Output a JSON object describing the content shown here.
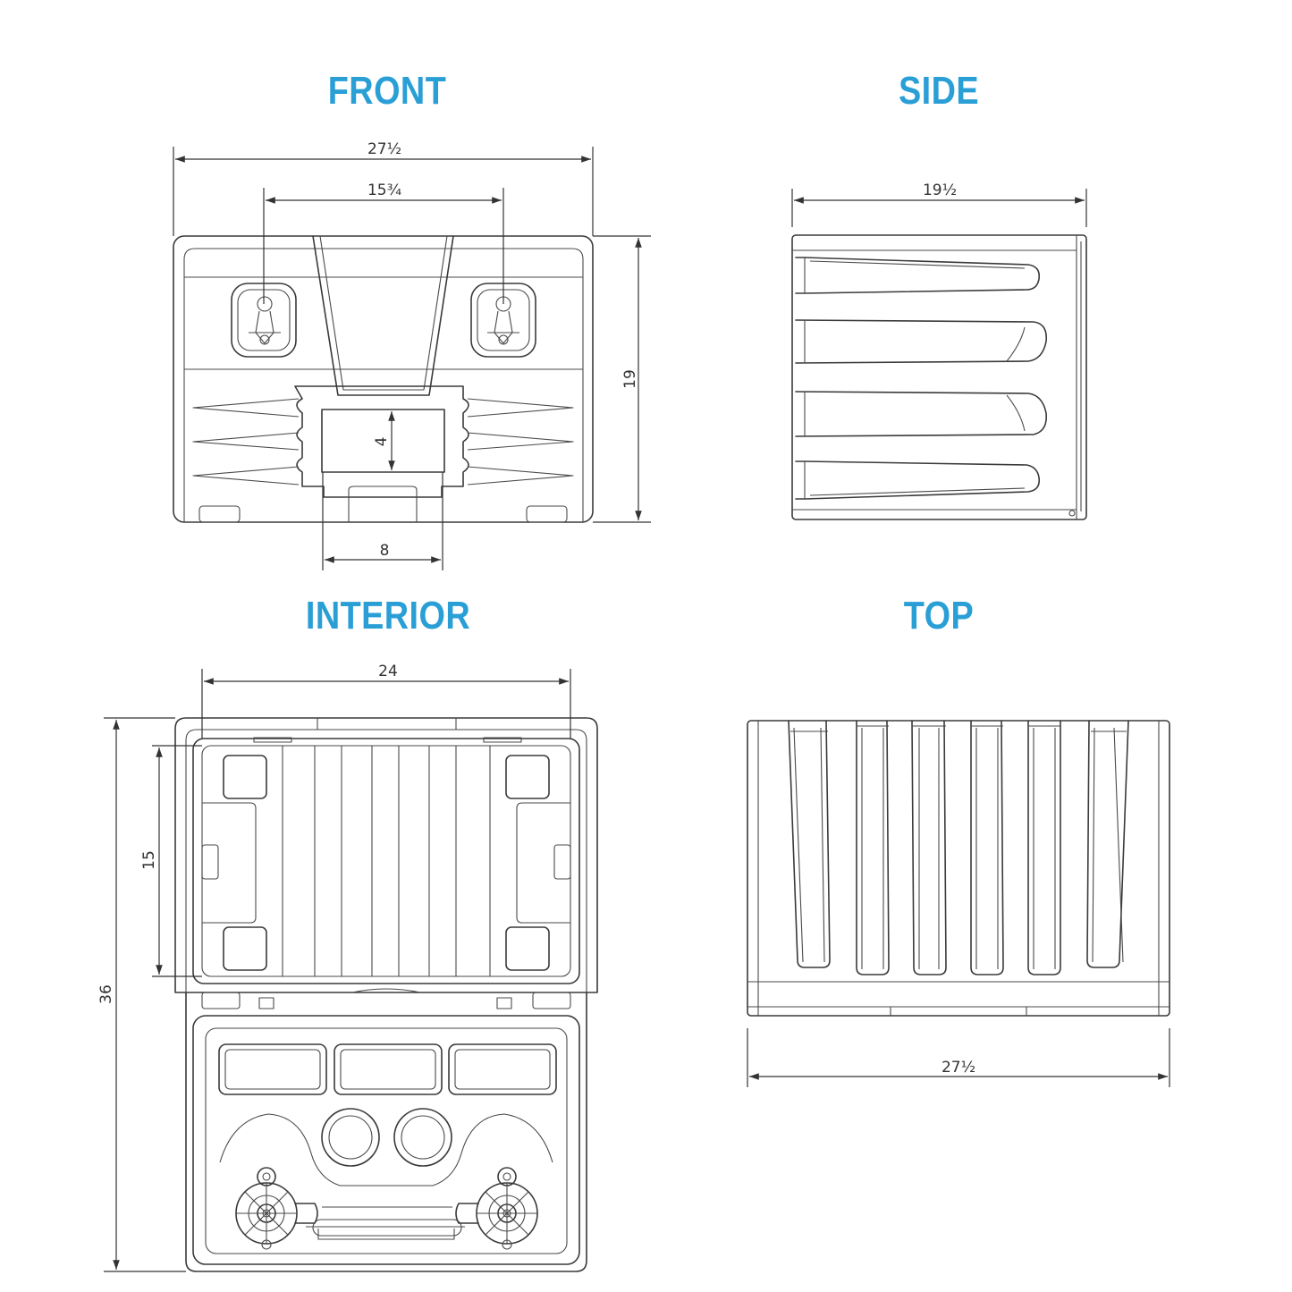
{
  "views": {
    "front": {
      "title": "FRONT",
      "dim_width": "27½",
      "dim_lock_span": "15¾",
      "dim_height": "19",
      "dim_plate_height": "4",
      "dim_plate_width": "8"
    },
    "side": {
      "title": "SIDE",
      "dim_depth": "19½"
    },
    "interior": {
      "title": "INTERIOR",
      "dim_width": "24",
      "dim_depth": "15",
      "dim_total": "36"
    },
    "top": {
      "title": "TOP",
      "dim_width": "27½"
    }
  },
  "colors": {
    "title": "#2a9fd6",
    "line": "#3a3a3a"
  }
}
